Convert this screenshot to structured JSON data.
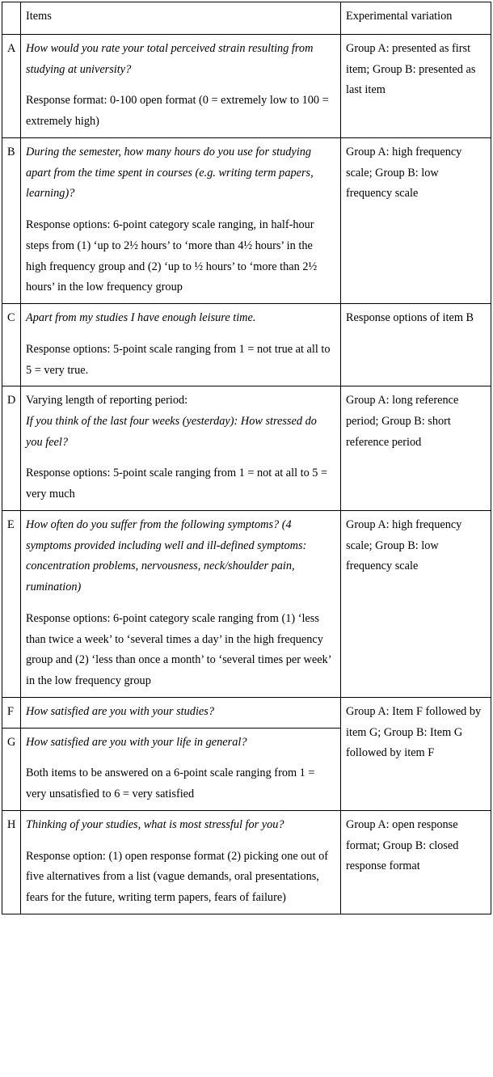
{
  "table": {
    "columns": [
      {
        "key": "label",
        "header": ""
      },
      {
        "key": "items",
        "header": "Items"
      },
      {
        "key": "variation",
        "header": "Experimental variation"
      }
    ],
    "rows": [
      {
        "label": "A",
        "question": "How would you rate your total perceived strain resulting from studying at university?",
        "response": "Response format: 0-100 open format (0 = extremely low to 100 = extremely high)",
        "variation": "Group A: presented as first item; Group B: presented as last item"
      },
      {
        "label": "B",
        "question": "During the semester, how many hours do you use for studying apart from the time spent in courses (e.g. writing term papers, learning)?",
        "response": "Response options: 6-point category scale ranging, in half-hour steps from (1) ‘up to 2½ hours’ to ‘more than 4½ hours’ in the high frequency group and (2) ‘up to ½ hours’ to ‘more than 2½ hours’ in the low frequency group",
        "variation": "Group A: high frequency scale; Group B: low frequency scale"
      },
      {
        "label": "C",
        "question": "Apart from my studies I have enough leisure time.",
        "response": "Response options: 5-point scale ranging from 1 = not true at all to 5 = very true.",
        "variation": "Response options of item B"
      },
      {
        "label": "D",
        "intro": "Varying length of reporting period:",
        "question": "If you think of the last four weeks (yesterday): How stressed do you feel?",
        "response": "Response options: 5-point scale ranging from 1 = not at all to 5 = very much",
        "variation": "Group A: long reference period; Group B: short reference period"
      },
      {
        "label": "E",
        "question": "How often do you suffer from the following symptoms? (4 symptoms provided including well and ill-defined symptoms: concentration problems, nervousness, neck/shoulder pain, rumination)",
        "response": "Response options: 6-point category scale ranging from (1) ‘less than twice a week’ to ‘several times a day’ in the high frequency group and (2) ‘less than once a month’ to ‘several times per week’ in the low frequency group",
        "variation": "Group A: high frequency scale; Group B: low frequency scale"
      },
      {
        "label": "F",
        "question": "How satisfied are you with your studies?",
        "variation": "Group A: Item F followed by item G; Group B: Item G followed by item F"
      },
      {
        "label": "G",
        "question": "How satisfied are you with your life in general?",
        "response": "Both items to be answered on a 6-point scale ranging from 1 = very unsatisfied to 6 = very satisfied"
      },
      {
        "label": "H",
        "question": "Thinking of your studies, what is most stressful for you?",
        "response": "Response option: (1) open response format (2) picking one out of five alternatives from a list (vague demands, oral presentations, fears for the future, writing term papers, fears of failure)",
        "variation": "Group A: open response format; Group B: closed response format"
      }
    ]
  }
}
